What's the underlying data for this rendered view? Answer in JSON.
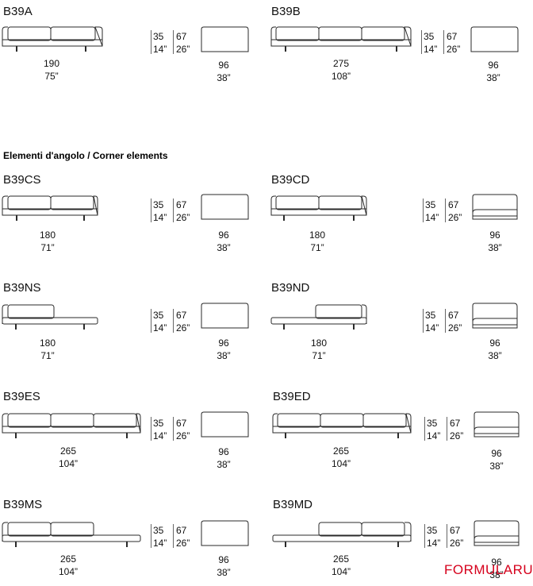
{
  "section_heading": "Elementi d'angolo / Corner elements",
  "watermark": "FORMULARU",
  "products": [
    {
      "code": "B39A",
      "width_cm": "190",
      "width_in": "75”",
      "h1_cm": "35",
      "h1_in": "14”",
      "h2_cm": "67",
      "h2_in": "26”",
      "depth_cm": "96",
      "depth_in": "38”"
    },
    {
      "code": "B39B",
      "width_cm": "275",
      "width_in": "108”",
      "h1_cm": "35",
      "h1_in": "14”",
      "h2_cm": "67",
      "h2_in": "26”",
      "depth_cm": "96",
      "depth_in": "38”"
    },
    {
      "code": "B39CS",
      "width_cm": "180",
      "width_in": "71”",
      "h1_cm": "35",
      "h1_in": "14”",
      "h2_cm": "67",
      "h2_in": "26”",
      "depth_cm": "96",
      "depth_in": "38”"
    },
    {
      "code": "B39CD",
      "width_cm": "180",
      "width_in": "71”",
      "h1_cm": "35",
      "h1_in": "14”",
      "h2_cm": "67",
      "h2_in": "26”",
      "depth_cm": "96",
      "depth_in": "38”"
    },
    {
      "code": "B39NS",
      "width_cm": "180",
      "width_in": "71”",
      "h1_cm": "35",
      "h1_in": "14”",
      "h2_cm": "67",
      "h2_in": "26”",
      "depth_cm": "96",
      "depth_in": "38”"
    },
    {
      "code": "B39ND",
      "width_cm": "180",
      "width_in": "71”",
      "h1_cm": "35",
      "h1_in": "14”",
      "h2_cm": "67",
      "h2_in": "26”",
      "depth_cm": "96",
      "depth_in": "38”"
    },
    {
      "code": "B39ES",
      "width_cm": "265",
      "width_in": "104”",
      "h1_cm": "35",
      "h1_in": "14”",
      "h2_cm": "67",
      "h2_in": "26”",
      "depth_cm": "96",
      "depth_in": "38”"
    },
    {
      "code": "B39ED",
      "width_cm": "265",
      "width_in": "104”",
      "h1_cm": "35",
      "h1_in": "14”",
      "h2_cm": "67",
      "h2_in": "26”",
      "depth_cm": "96",
      "depth_in": "38”"
    },
    {
      "code": "B39MS",
      "width_cm": "265",
      "width_in": "104”",
      "h1_cm": "35",
      "h1_in": "14”",
      "h2_cm": "67",
      "h2_in": "26”",
      "depth_cm": "96",
      "depth_in": "38”"
    },
    {
      "code": "B39MD",
      "width_cm": "265",
      "width_in": "104”",
      "h1_cm": "35",
      "h1_in": "14”",
      "h2_cm": "67",
      "h2_in": "26”",
      "depth_cm": "96",
      "depth_in": "38”"
    }
  ]
}
